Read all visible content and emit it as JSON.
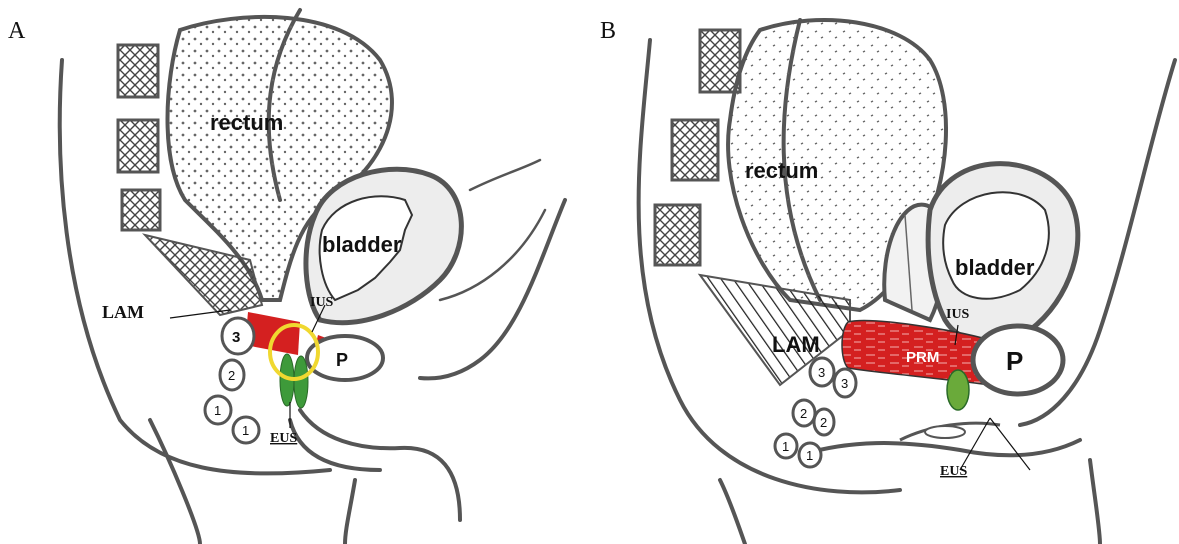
{
  "panel_a": {
    "letter": "A",
    "rectum": "rectum",
    "bladder": "bladder",
    "lam": "LAM",
    "ius": "IUS",
    "eus": "EUS",
    "p": "P",
    "num3": "3",
    "num2": "2",
    "num1a": "1",
    "num1b": "1"
  },
  "panel_b": {
    "letter": "B",
    "rectum": "rectum",
    "bladder": "bladder",
    "lam": "LAM",
    "ius": "IUS",
    "prm": "PRM",
    "eus": "EUS",
    "p": "P",
    "num3a": "3",
    "num3b": "3",
    "num2a": "2",
    "num2b": "2",
    "num1a": "1",
    "num1b": "1"
  },
  "colors": {
    "outline": "#555555",
    "muscle_red": "#d42020",
    "sphincter_green": "#3e9a3a",
    "ring_yellow": "#f0d830",
    "stipple": "#777777"
  }
}
